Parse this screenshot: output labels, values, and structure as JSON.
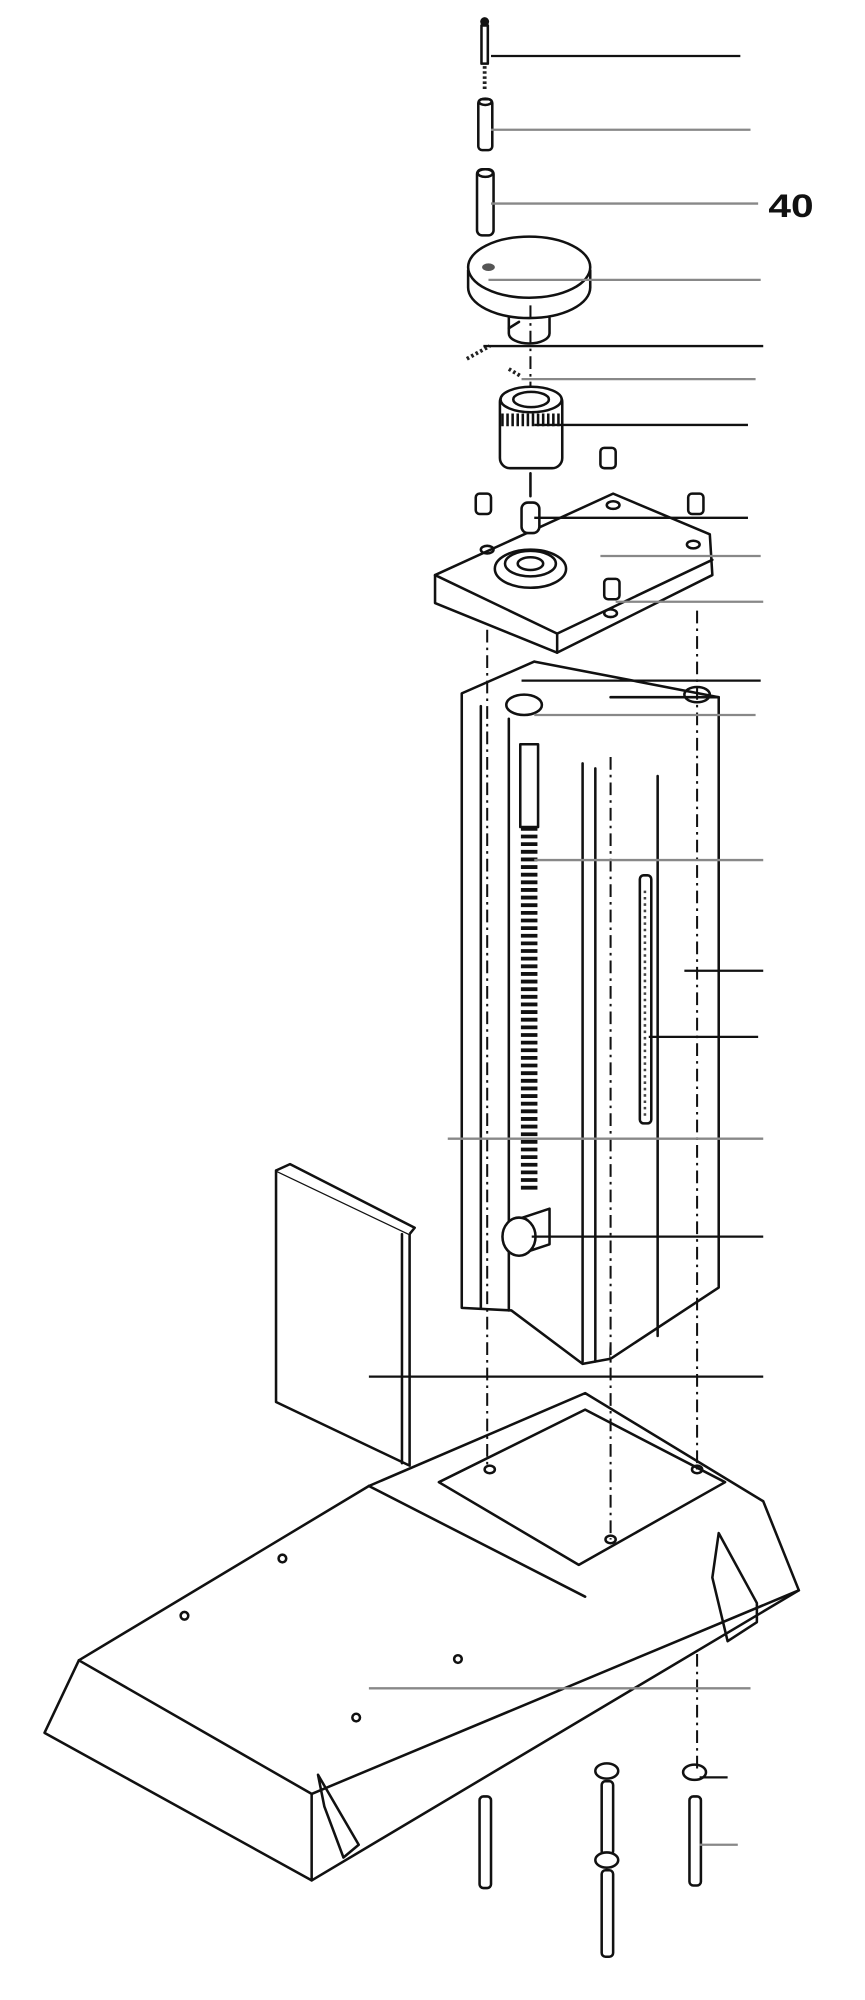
{
  "diagram": {
    "type": "exploded-parts-view",
    "callouts": [
      {
        "label": "40",
        "part": "sleeve"
      }
    ],
    "unlabeled_leader_count": 22,
    "parts": [
      "bolt",
      "spacer",
      "sleeve",
      "handwheel-disc",
      "pin",
      "pin",
      "knurled-coupling",
      "shaft-stub",
      "top-plate",
      "screw",
      "screw",
      "screw",
      "bearing",
      "bearing",
      "lead-screw",
      "column-housing",
      "scale",
      "column-rail",
      "knob",
      "side-cover",
      "base",
      "washer",
      "bolt",
      "washer",
      "bolt"
    ]
  },
  "colors": {
    "line": "#111111",
    "leader_grey": "#888888",
    "background": "#ffffff"
  }
}
